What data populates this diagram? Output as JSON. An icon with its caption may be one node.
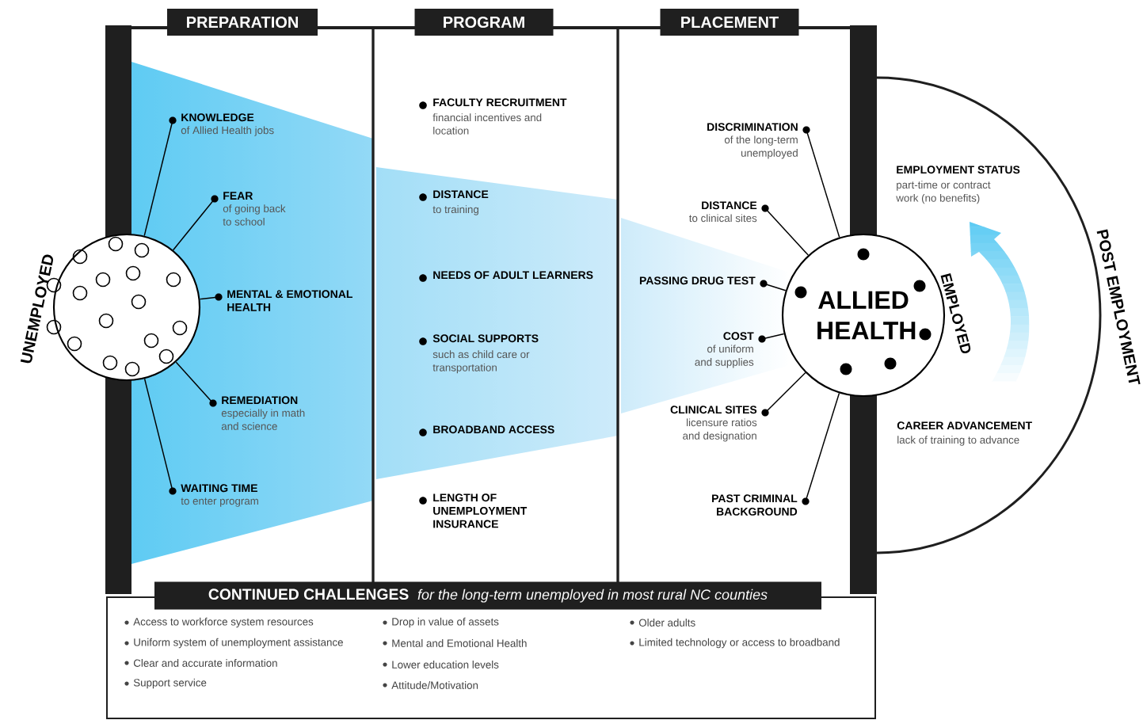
{
  "diagram": {
    "nodes": [
      {
        "text": [
          "PREPARATION"
        ]
      },
      {
        "text": [
          "PROGRAM"
        ]
      },
      {
        "text": [
          "PLACEMENT"
        ]
      },
      {
        "text": [],
        "shape": "circle",
        "beside": [
          "UNEMPLOYED"
        ]
      },
      {
        "text": [
          "KNOWLEDGE",
          "of Allied Health jobs"
        ]
      },
      {
        "text": [
          "FEAR",
          "of going back to school"
        ]
      },
      {
        "text": [
          "MENTAL & EMOTIONAL HEALTH"
        ]
      },
      {
        "text": [
          "REMEDIATION",
          "especially in math and science"
        ]
      },
      {
        "text": [
          "WAITING TIME",
          "to enter program"
        ]
      },
      {
        "text": [
          "ALLIED HEALTH"
        ],
        "beside": [
          "EMPLOYED"
        ]
      },
      {
        "text": [
          "DISCRIMINATION",
          "of the long-term unemployed"
        ]
      },
      {
        "text": [
          "DISTANCE",
          "to clinical sites"
        ]
      },
      {
        "text": [
          "PASSING DRUG TEST"
        ]
      },
      {
        "text": [
          "COST",
          "of uniform and supplies"
        ]
      },
      {
        "text": [
          "CLINICAL SITES",
          "licensure ratios and designation"
        ]
      },
      {
        "text": [
          "PAST CRIMINAL BACKGROUND"
        ]
      },
      {
        "text": [
          "CONTINUED CHALLENGES",
          "for the long-term unemployed in most rural NC counties"
        ]
      }
    ],
    "edges": [
      {
        "from": 3,
        "to": 4,
        "arrow": "none"
      },
      {
        "from": 3,
        "to": 5,
        "arrow": "none"
      },
      {
        "from": 3,
        "to": 6,
        "arrow": "none"
      },
      {
        "from": 3,
        "to": 7,
        "arrow": "none"
      },
      {
        "from": 3,
        "to": 8,
        "arrow": "none"
      },
      {
        "from": 9,
        "to": 10,
        "arrow": "none"
      },
      {
        "from": 9,
        "to": 11,
        "arrow": "none"
      },
      {
        "from": 9,
        "to": 12,
        "arrow": "none"
      },
      {
        "from": 9,
        "to": 13,
        "arrow": "none"
      },
      {
        "from": 9,
        "to": 14,
        "arrow": "none"
      },
      {
        "from": 9,
        "to": 15,
        "arrow": "none"
      }
    ],
    "labels": [
      "FACULTY RECRUITMENT",
      "financial incentives and location",
      "DISTANCE",
      "to training",
      "NEEDS OF ADULT LEARNERS",
      "SOCIAL SUPPORTS",
      "such as child care or transportation",
      "BROADBAND ACCESS",
      "LENGTH OF UNEMPLOYMENT INSURANCE",
      "EMPLOYMENT STATUS",
      "part-time or contract work (no benefits)",
      "CAREER ADVANCEMENT",
      "lack of training to advance",
      "POST EMPLOYMENT",
      "Access to workforce system resources",
      "Uniform system of unemployment assistance",
      "Clear and accurate information",
      "Support service",
      "Drop in value of assets",
      "Mental and Emotional Health",
      "Lower education levels",
      "Attitude/Motivation",
      "Older adults",
      "Limited technology or access to broadband"
    ]
  }
}
